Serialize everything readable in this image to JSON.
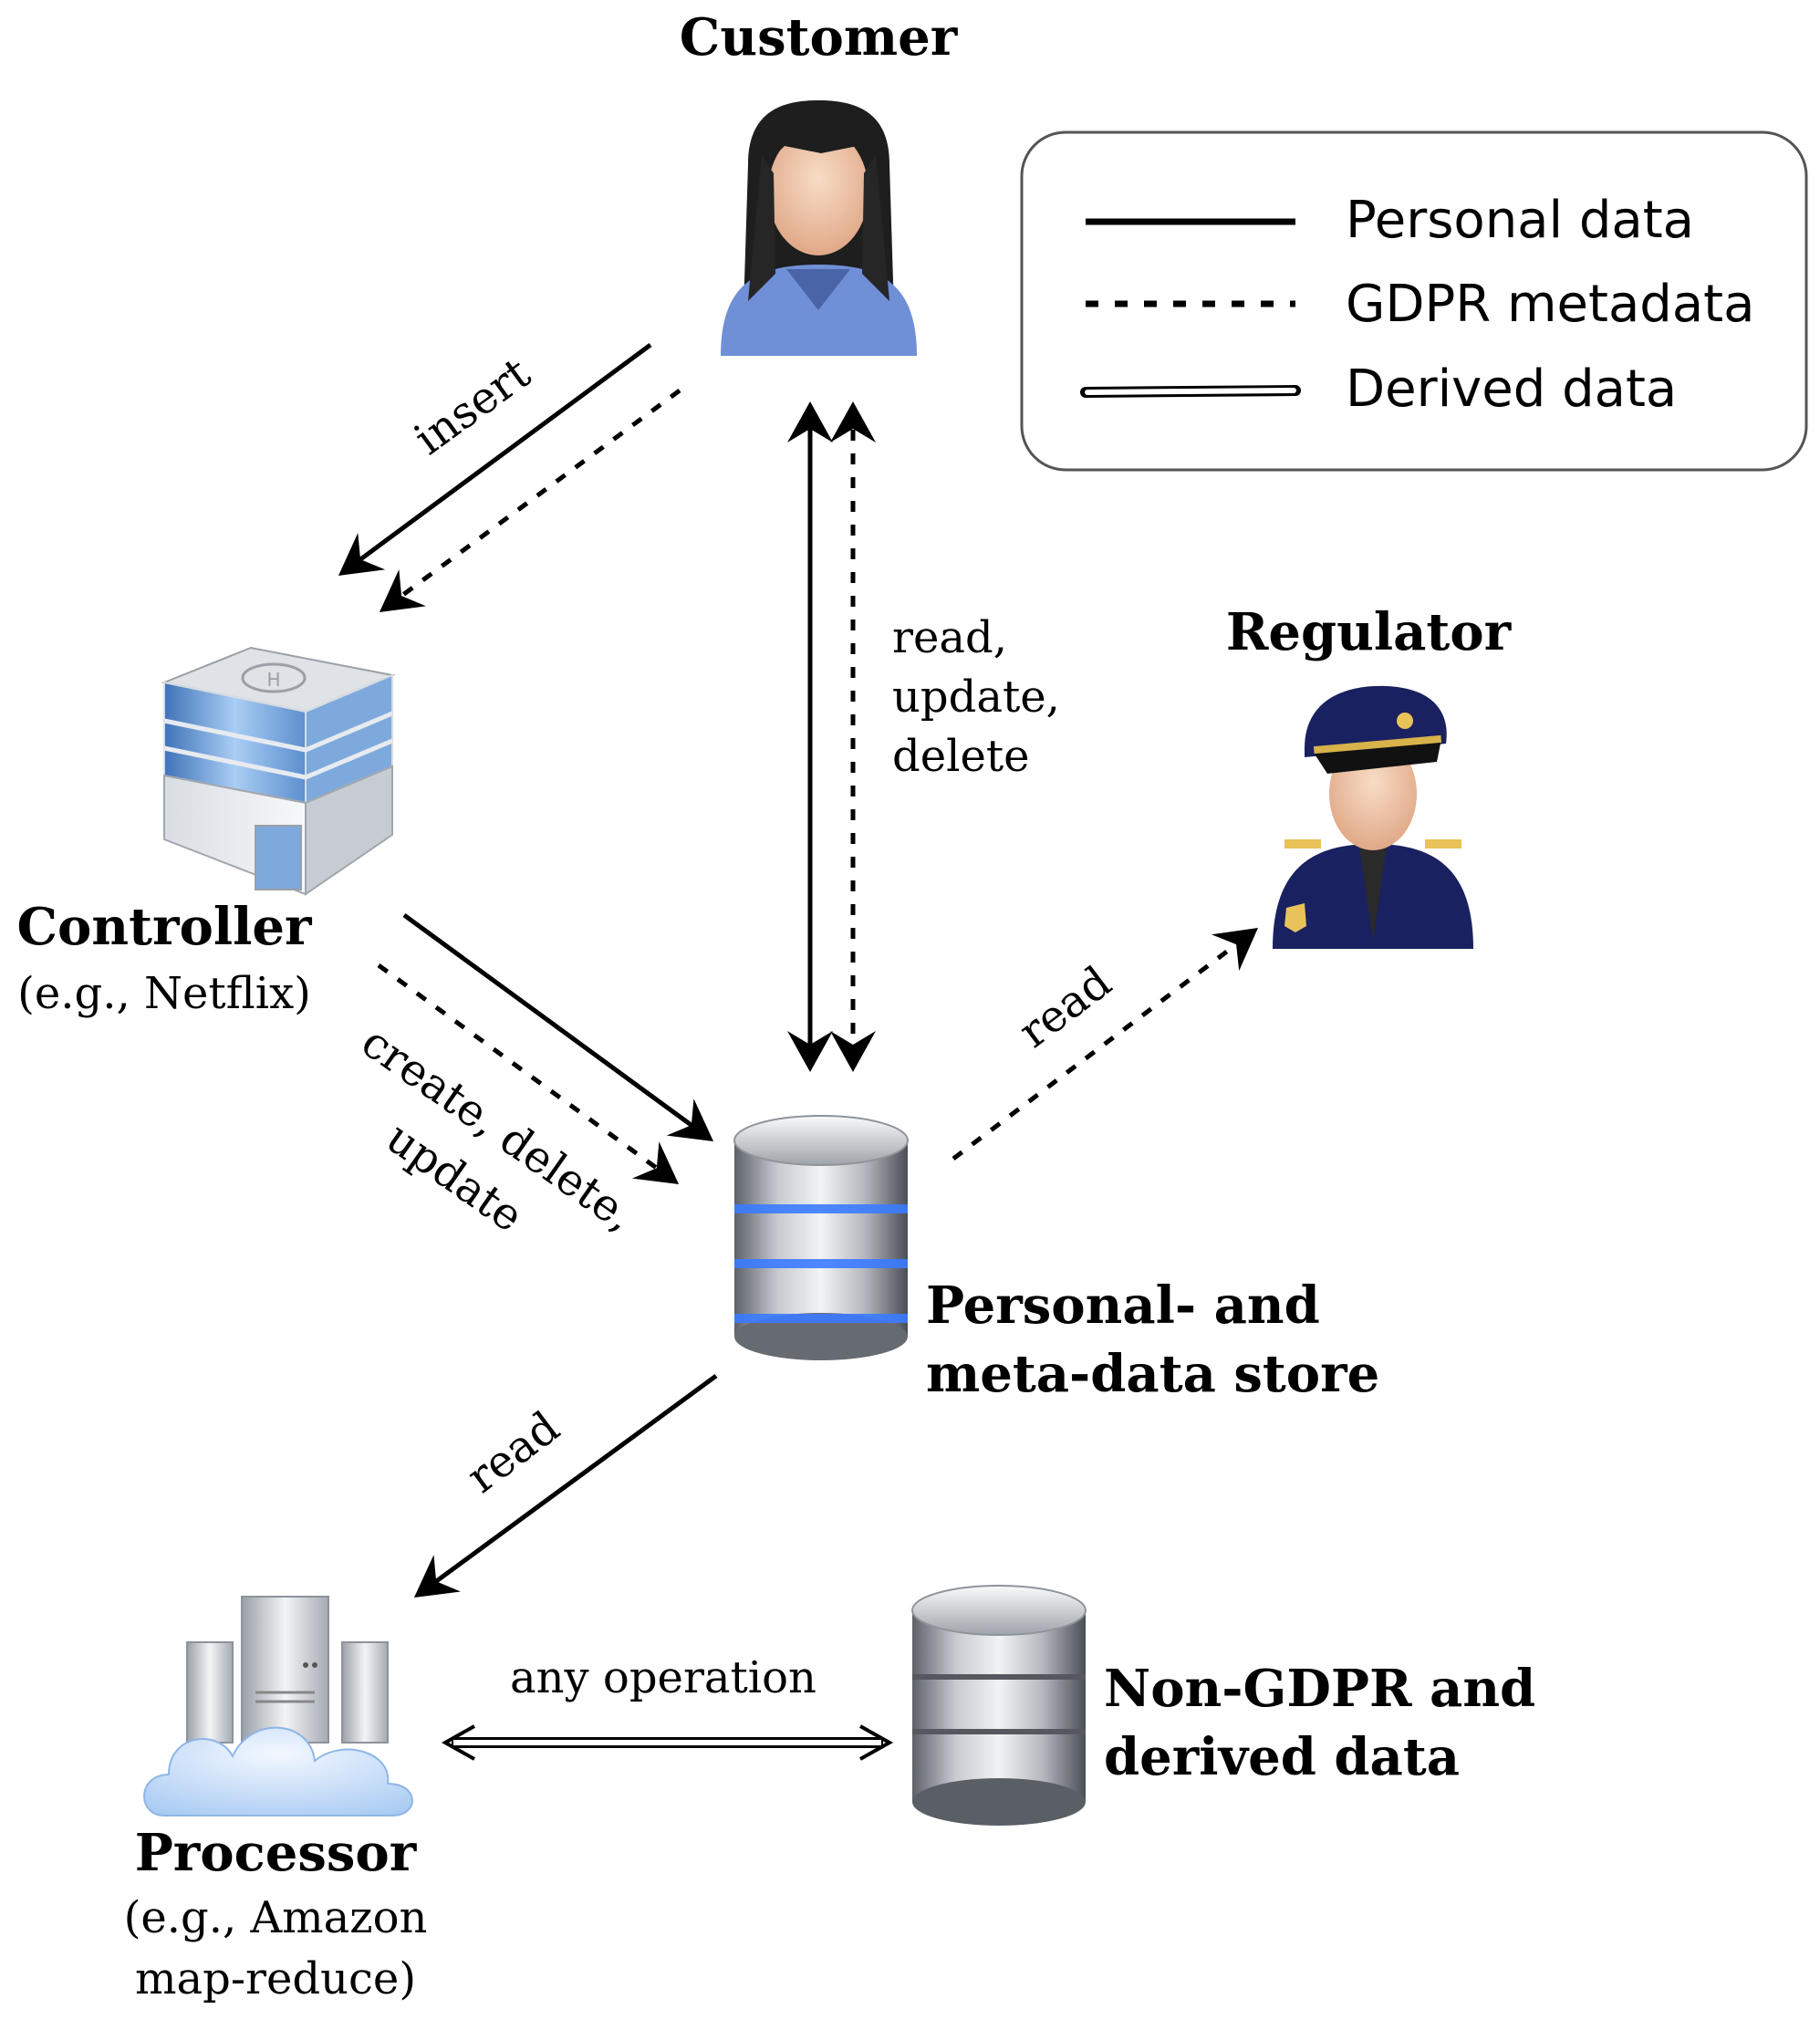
{
  "nodes": {
    "customer": {
      "title": "Customer",
      "icon": "customer-woman-icon"
    },
    "controller": {
      "title": "Controller",
      "subtitle": "(e.g., Netflix)",
      "icon": "office-building-icon"
    },
    "regulator": {
      "title": "Regulator",
      "icon": "police-officer-icon"
    },
    "store": {
      "title_line1": "Personal- and",
      "title_line2": "meta-data store",
      "icon": "database-blue-icon"
    },
    "processor": {
      "title": "Processor",
      "subtitle_line1": "(e.g., Amazon",
      "subtitle_line2": "map-reduce)",
      "icon": "server-cloud-icon"
    },
    "nongdpr": {
      "title_line1": "Non-GDPR and",
      "title_line2": "derived data",
      "icon": "database-gray-icon"
    }
  },
  "edges": {
    "insert": "insert",
    "rud_line1": "read,",
    "rud_line2": "update,",
    "rud_line3": "delete",
    "cdu_line1": "create, delete,",
    "cdu_line2": "update",
    "read_regulator": "read",
    "read_processor": "read",
    "any_operation": "any operation"
  },
  "legend": {
    "personal_data": "Personal data",
    "gdpr_metadata": "GDPR metadata",
    "derived_data": "Derived data"
  },
  "colors": {
    "line": "#000000",
    "db_blue_glow": "#3a7bff",
    "customer_shirt": "#6f8fd6",
    "uniform": "#1a2160",
    "building_glass": "#6fa2dd",
    "cloud": "#b9d6f8"
  }
}
